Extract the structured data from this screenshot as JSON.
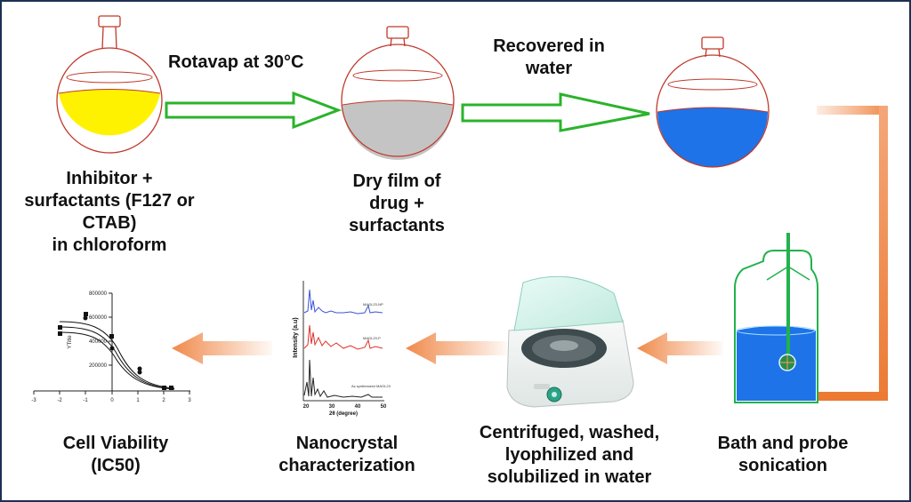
{
  "steps": {
    "step1": [
      "Inhibitor +",
      "surfactants (F127 or",
      "CTAB)",
      "in chloroform"
    ],
    "step2": [
      "Dry film of",
      "drug +",
      "surfactants"
    ],
    "step3_label": "Recovered in water",
    "step4": [
      "Bath and probe",
      "sonication"
    ],
    "step5": [
      "Centrifuged, washed,",
      "lyophilized and",
      "solubilized in water"
    ],
    "step6": [
      "Nanocrystal",
      "characterization"
    ],
    "step7": [
      "Cell Viability",
      "(IC50)"
    ]
  },
  "arrows": {
    "rotavap": "Rotavap at 30°C",
    "recovered": [
      "Recovered in",
      "water"
    ]
  },
  "colors": {
    "frame": "#1e2f52",
    "flask_outline": "#c0392b",
    "chloroform_solution": "#fff200",
    "dry_film": "#c4c4c4",
    "water": "#1e73e8",
    "process_arrow": "#2bb32b",
    "return_arrow": "#f08a4b",
    "bottle_outline": "#22b14c"
  },
  "xrd_plot": {
    "ylabel": "Intensity (a.u)",
    "xlabel": "2θ (degree)",
    "x_ticks": [
      "20",
      "30",
      "40",
      "50"
    ],
    "traces": [
      "MAGL23-NP",
      "MAGL23-P",
      "As synthesized MAGL23"
    ]
  },
  "viability_plot": {
    "ylabel": "YTitle",
    "y_ticks": [
      "800000",
      "600000",
      "400000",
      "200000"
    ],
    "x_ticks": [
      "-3",
      "-2",
      "-1",
      "0",
      "1",
      "2",
      "3"
    ]
  }
}
